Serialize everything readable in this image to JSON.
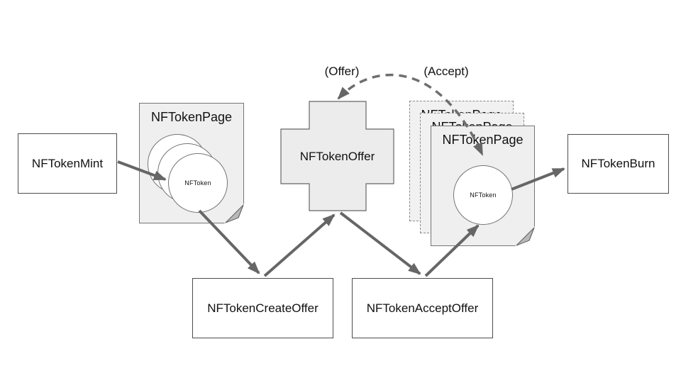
{
  "diagram": {
    "nodes": {
      "mint": {
        "label": "NFTokenMint"
      },
      "create_offer": {
        "label": "NFTokenCreateOffer"
      },
      "offer": {
        "label": "NFTokenOffer"
      },
      "accept_offer": {
        "label": "NFTokenAcceptOffer"
      },
      "burn": {
        "label": "NFTokenBurn"
      },
      "page": {
        "title": "NFTokenPage",
        "token_label": "NFToken"
      }
    },
    "annotations": {
      "offer": "(Offer)",
      "accept": "(Accept)"
    },
    "colors": {
      "arrow": "#666666",
      "dashed_arrow": "#6e6e6e",
      "page_fill": "#efefef",
      "cross_fill": "#ececec",
      "box_border": "#4d4d4d",
      "shape_border": "#757575",
      "fold_fill": "#b9b9b9",
      "text": "#111111",
      "background": "#ffffff"
    }
  }
}
